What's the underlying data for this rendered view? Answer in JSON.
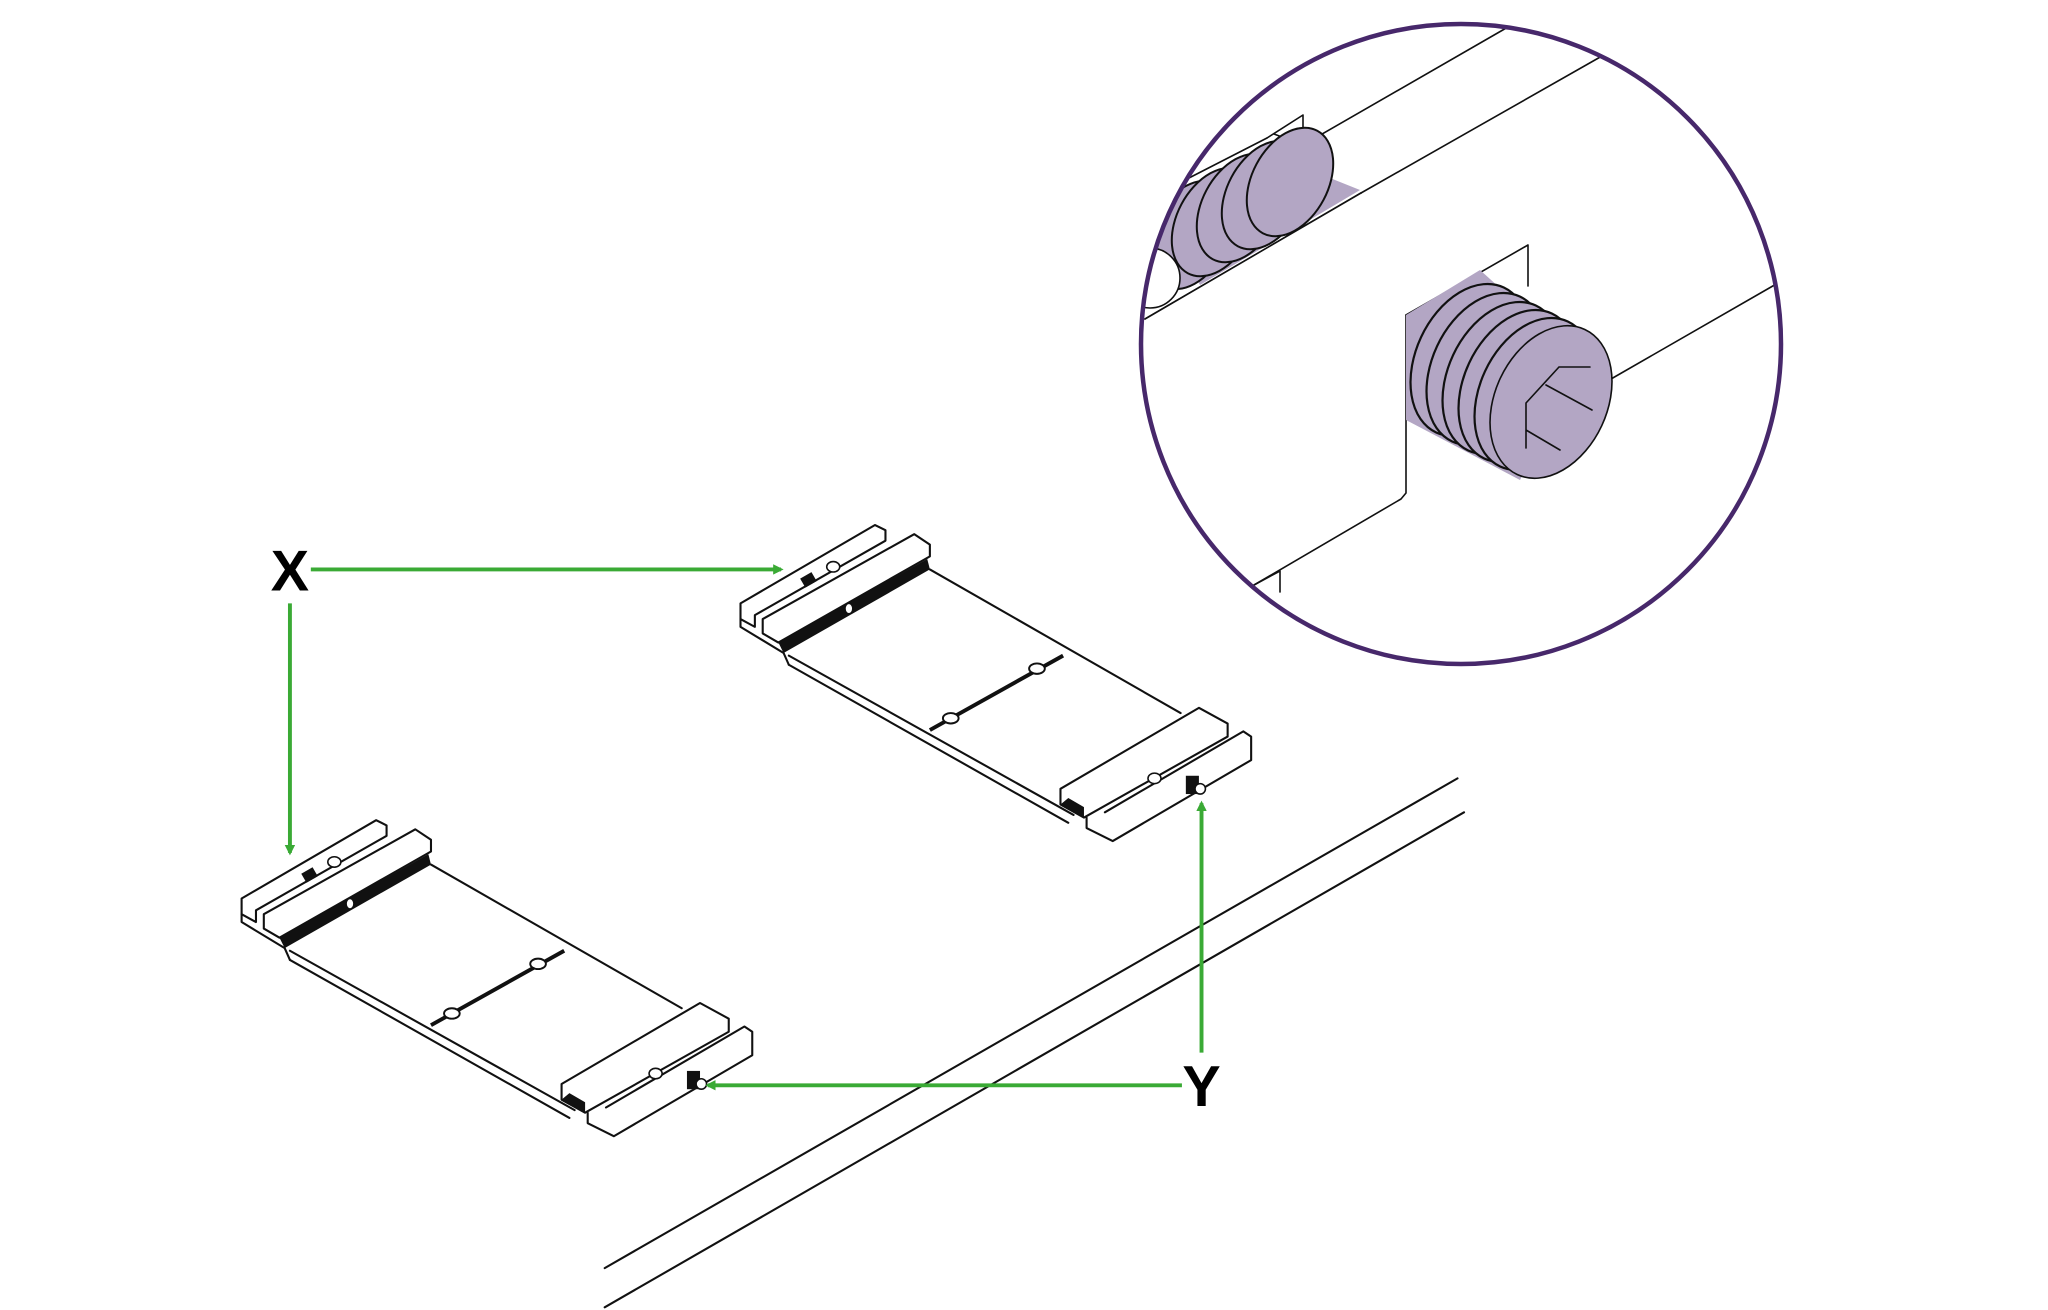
{
  "labels": {
    "x": "X",
    "y": "Y"
  },
  "colors": {
    "arrow": "#3aaa35",
    "magnifier_ring": "#47286b",
    "screw_fill": "#b3a6c4",
    "line": "#111111"
  },
  "icons": {
    "detail": "magnified-set-screw",
    "part": "mounting-plate"
  }
}
